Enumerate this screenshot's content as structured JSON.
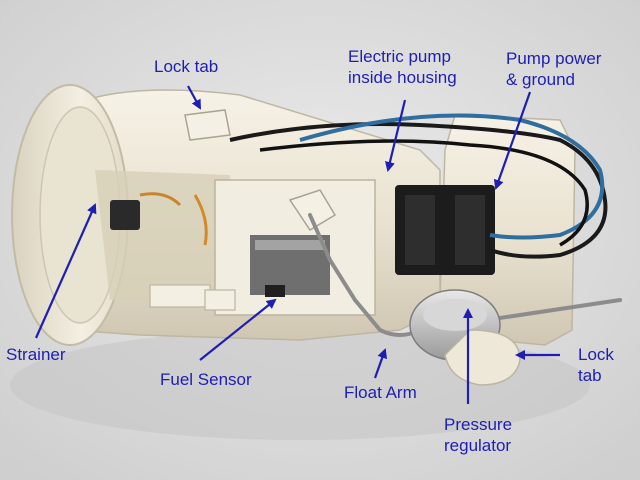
{
  "image": {
    "subject": "fuel-pump-assembly",
    "label_color": "#1e1eb4"
  },
  "labels": {
    "lock_tab_top": "Lock tab",
    "electric_pump": [
      "Electric pump",
      "inside housing"
    ],
    "pump_power": [
      "Pump power",
      "& ground"
    ],
    "strainer": "Strainer",
    "fuel_sensor": "Fuel Sensor",
    "float_arm": "Float Arm",
    "pressure_regulator": [
      "Pressure",
      "regulator"
    ],
    "lock_tab_right": [
      "Lock",
      "tab"
    ]
  }
}
